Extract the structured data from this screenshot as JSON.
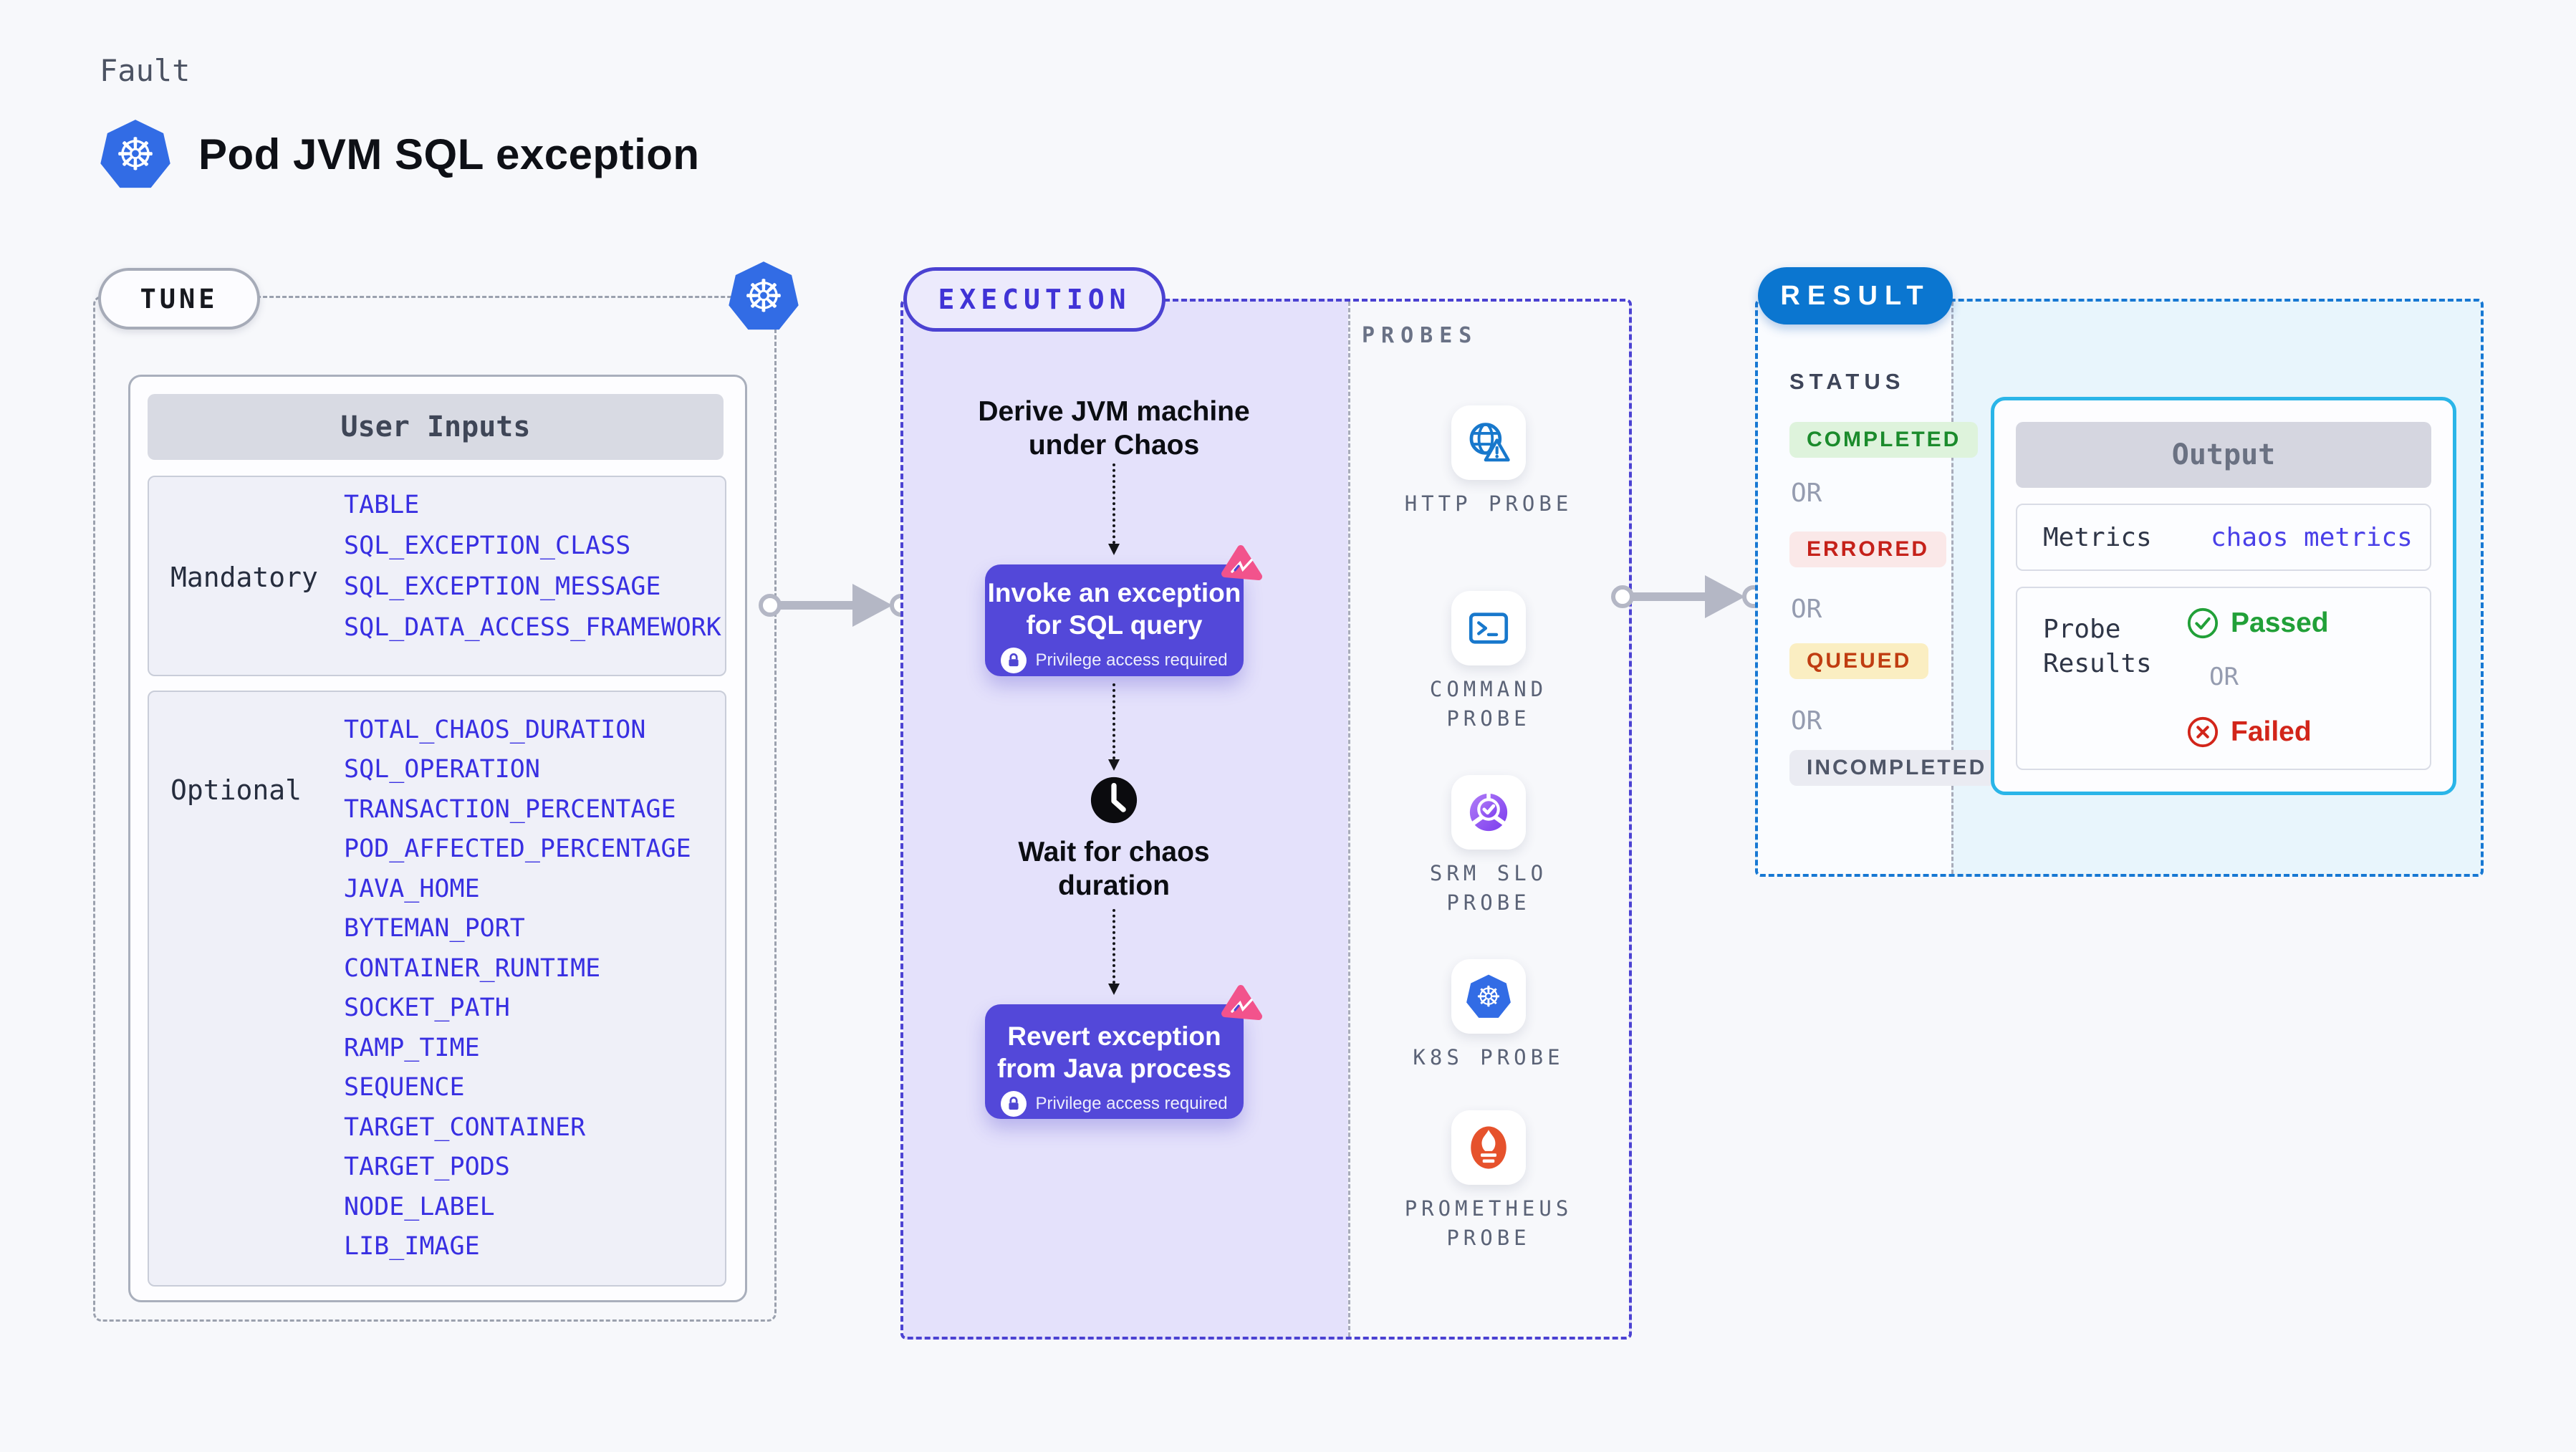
{
  "header": {
    "eyebrow": "Fault",
    "title": "Pod JVM SQL exception"
  },
  "tune": {
    "badge": "TUNE",
    "user_inputs_title": "User Inputs",
    "mandatory_label": "Mandatory",
    "mandatory_items": [
      "TABLE",
      "SQL_EXCEPTION_CLASS",
      "SQL_EXCEPTION_MESSAGE",
      "SQL_DATA_ACCESS_FRAMEWORK"
    ],
    "optional_label": "Optional",
    "optional_items": [
      "TOTAL_CHAOS_DURATION",
      "SQL_OPERATION",
      "TRANSACTION_PERCENTAGE",
      "POD_AFFECTED_PERCENTAGE",
      "JAVA_HOME",
      "BYTEMAN_PORT",
      "CONTAINER_RUNTIME",
      "SOCKET_PATH",
      "RAMP_TIME",
      "SEQUENCE",
      "TARGET_CONTAINER",
      "TARGET_PODS",
      "NODE_LABEL",
      "LIB_IMAGE"
    ]
  },
  "execution": {
    "badge": "EXECUTION",
    "step_derive": "Derive JVM machine under Chaos",
    "step_invoke": "Invoke an exception for SQL query",
    "step_wait": "Wait for chaos duration",
    "step_revert": "Revert exception from Java process",
    "privilege_note": "Privilege access required"
  },
  "probes": {
    "heading": "PROBES",
    "items": [
      {
        "label": "HTTP PROBE",
        "icon": "http-probe-icon"
      },
      {
        "label": "COMMAND\nPROBE",
        "icon": "command-probe-icon"
      },
      {
        "label": "SRM SLO\nPROBE",
        "icon": "srm-slo-probe-icon"
      },
      {
        "label": "K8S PROBE",
        "icon": "k8s-probe-icon"
      },
      {
        "label": "PROMETHEUS\nPROBE",
        "icon": "prometheus-probe-icon"
      }
    ]
  },
  "result": {
    "badge": "RESULT",
    "status_heading": "STATUS",
    "statuses": [
      "COMPLETED",
      "ERRORED",
      "QUEUED",
      "INCOMPLETED"
    ],
    "or_label": "OR",
    "output": {
      "title": "Output",
      "metrics_label": "Metrics",
      "metrics_value": "chaos metrics",
      "probe_results_label": "Probe Results",
      "passed_label": "Passed",
      "or_label": "OR",
      "failed_label": "Failed"
    }
  },
  "colors": {
    "accent_indigo": "#4b42d2",
    "node_fill": "#5348d9",
    "kubernetes_blue": "#326ce5",
    "litmus_pink": "#f2538c",
    "probe_icon_blue": "#1878cc",
    "prometheus_orange": "#e6522c",
    "result_blue": "#0b76d0",
    "output_border_cyan": "#2ab5e8",
    "completed_green": "#1b8b2c",
    "errored_red": "#c5211a",
    "queued_text": "#c03d11",
    "incompleted_gray": "#4f5668",
    "passed_green": "#21a038",
    "failed_red": "#d2251a",
    "metrics_value_indigo": "#4a40e8",
    "param_blue": "#382fe2"
  }
}
